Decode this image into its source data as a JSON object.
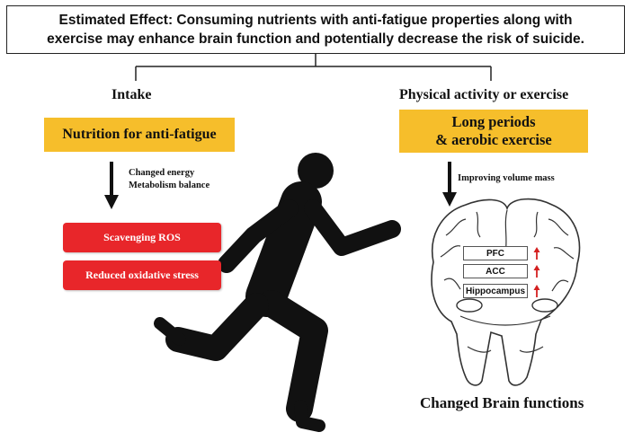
{
  "title": {
    "line1": "Estimated Effect: Consuming nutrients with anti-fatigue properties along with",
    "line2": "exercise may enhance brain function and potentially decrease the risk of suicide."
  },
  "left": {
    "heading": "Intake",
    "box": "Nutrition for anti-fatigue",
    "arrow_label_line1": "Changed energy",
    "arrow_label_line2": "Metabolism balance",
    "effects": [
      "Scavenging ROS",
      "Reduced  oxidative stress"
    ]
  },
  "right": {
    "heading": "Physical activity or exercise",
    "box_line1": "Long periods",
    "box_line2": "& aerobic exercise",
    "arrow_label": "Improving volume mass",
    "regions": [
      "PFC",
      "ACC",
      "Hippocampus"
    ],
    "caption": "Changed Brain functions"
  },
  "colors": {
    "highlight": "#f6be2b",
    "effect": "#e8262a",
    "increase_arrow": "#d42020",
    "runner": "#111111"
  },
  "icons": {
    "runner": "running-person-icon",
    "brain": "brain-coronal-section-icon"
  }
}
